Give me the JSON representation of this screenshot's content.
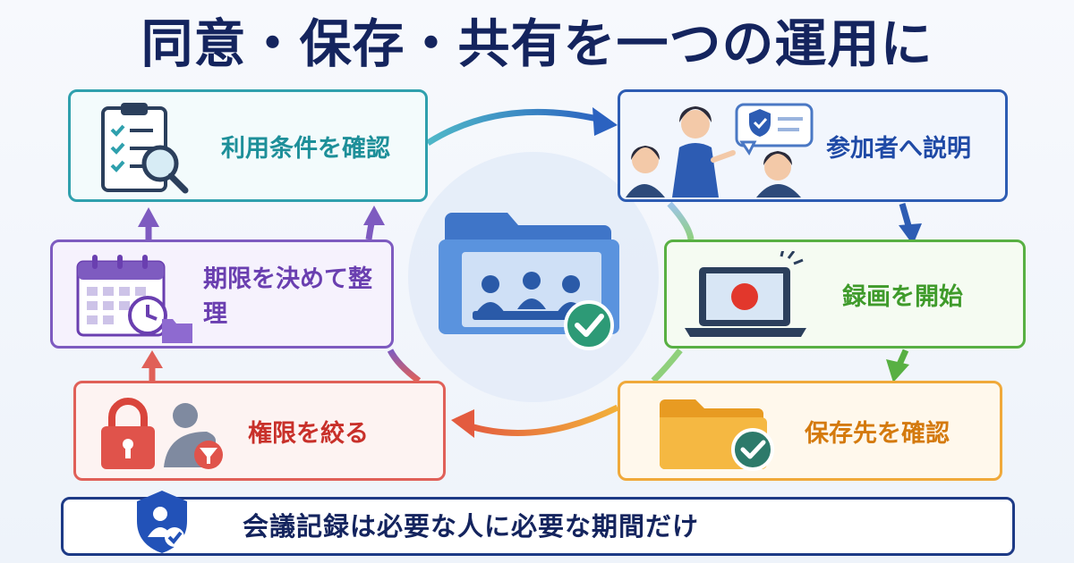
{
  "title": "同意・保存・共有を一つの運用に",
  "steps": {
    "terms": "利用条件を確認",
    "explain": "参加者へ説明",
    "record": "録画を開始",
    "location": "保存先を確認",
    "restrict": "権限を絞る",
    "period": "期限を決めて整理"
  },
  "bottom_message": "会議記録は必要な人に必要な期間だけ",
  "colors": {
    "title": "#14245e",
    "terms": "#2fa0ad",
    "explain": "#2d5cb3",
    "record": "#58b043",
    "location": "#f0a93a",
    "restrict": "#e06058",
    "period": "#7e5bc0"
  },
  "icons": {
    "terms": "clipboard-checklist-magnifier-icon",
    "explain": "presenter-with-audience-icon",
    "record": "laptop-record-icon",
    "location": "folder-check-icon",
    "restrict": "padlock-and-user-filter-icon",
    "period": "calendar-clock-folder-icon",
    "center": "meeting-folder-check-icon",
    "bottom": "shield-user-check-icon"
  }
}
